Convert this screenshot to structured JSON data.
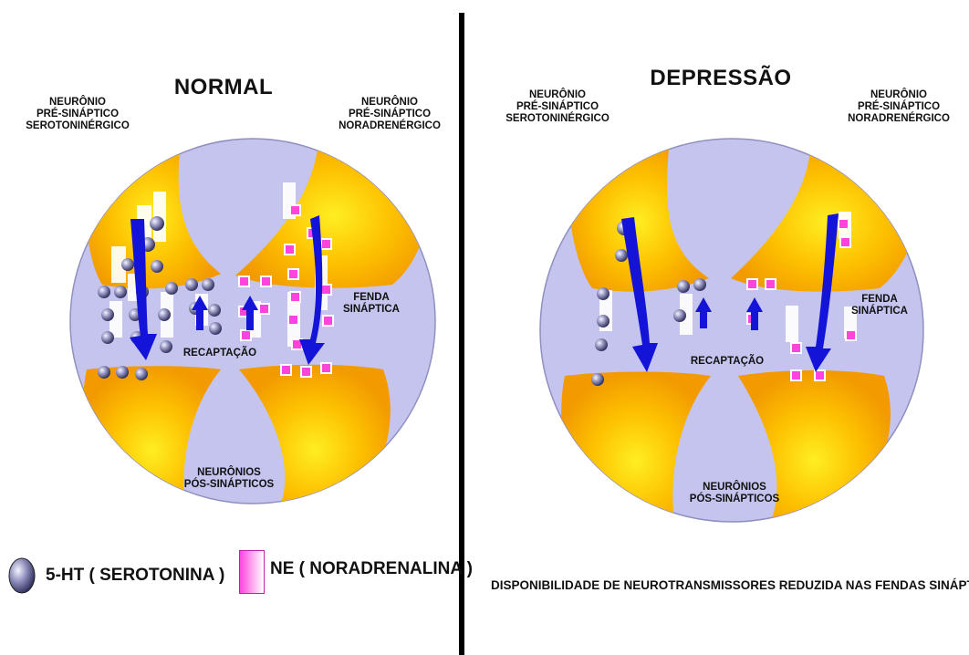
{
  "normal": {
    "title": "NORMAL",
    "pre_left": "NEURÔNIO\nPRÉ-SINÁPTICO\nSEROTONINÉRGICO",
    "pre_right": "NEURÔNIO\nPRÉ-SINÁPTICO\nNORADRENÉRGICO",
    "cleft": "FENDA\nSINÁPTICA",
    "reuptake": "RECAPTAÇÃO",
    "post": "NEURÔNIOS\nPÓS-SINÁPTICOS"
  },
  "depression": {
    "title": "DEPRESSÃO",
    "pre_left": "NEURÔNIO\nPRÉ-SINÁPTICO\nSEROTONINÉRGICO",
    "pre_right": "NEURÔNIO\nPRÉ-SINÁPTICO\nNORADRENÉRGICO",
    "cleft": "FENDA\nSINÁPTICA",
    "reuptake": "RECAPTAÇÃO",
    "post": "NEURÔNIOS\nPÓS-SINÁPTICOS",
    "caption": "DISPONIBILIDADE DE NEUROTRANSMISSORES REDUZIDA NAS FENDAS SINÁPTICAS"
  },
  "legend": {
    "serotonin": "5-HT ( SEROTONINA )",
    "noradrenaline": "NE ( NORADRENALINA )"
  },
  "colors": {
    "circle_fill": "#c4c4ee",
    "neuron": "#f5a800",
    "neuron_core": "#ffee22",
    "arrow": "#1414d8",
    "serotonin": "#6c6c9c",
    "noradrenaline": "#ff44dd"
  }
}
